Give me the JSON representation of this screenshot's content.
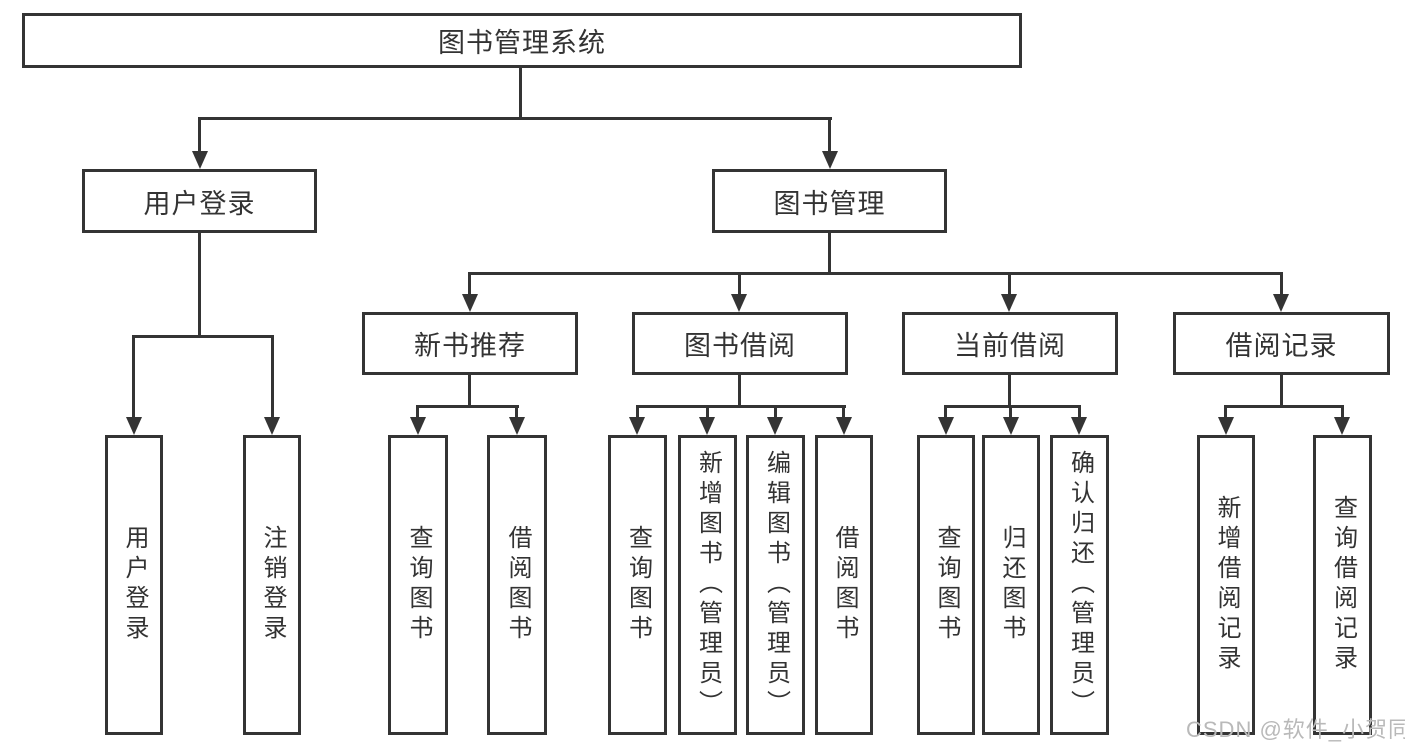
{
  "title": "图书管理系统",
  "watermark": "CSDN @软件_小贺同学",
  "colors": {
    "line": "#343434",
    "text": "#333333",
    "box_bg": "#ffffff",
    "watermark": "#b9b9b9"
  },
  "branches": {
    "user": {
      "label": "用户登录",
      "children": [
        {
          "label": "用户登录"
        },
        {
          "label": "注销登录"
        }
      ]
    },
    "book": {
      "label": "图书管理",
      "groups": [
        {
          "label": "新书推荐",
          "children": [
            {
              "label": "查询图书"
            },
            {
              "label": "借阅图书"
            }
          ]
        },
        {
          "label": "图书借阅",
          "children": [
            {
              "label": "查询图书"
            },
            {
              "label": "新增图书（管理员）"
            },
            {
              "label": "编辑图书（管理员）"
            },
            {
              "label": "借阅图书"
            }
          ]
        },
        {
          "label": "当前借阅",
          "children": [
            {
              "label": "查询图书"
            },
            {
              "label": "归还图书"
            },
            {
              "label": "确认归还（管理员）"
            }
          ]
        },
        {
          "label": "借阅记录",
          "children": [
            {
              "label": "新增借阅记录"
            },
            {
              "label": "查询借阅记录"
            }
          ]
        }
      ]
    }
  }
}
